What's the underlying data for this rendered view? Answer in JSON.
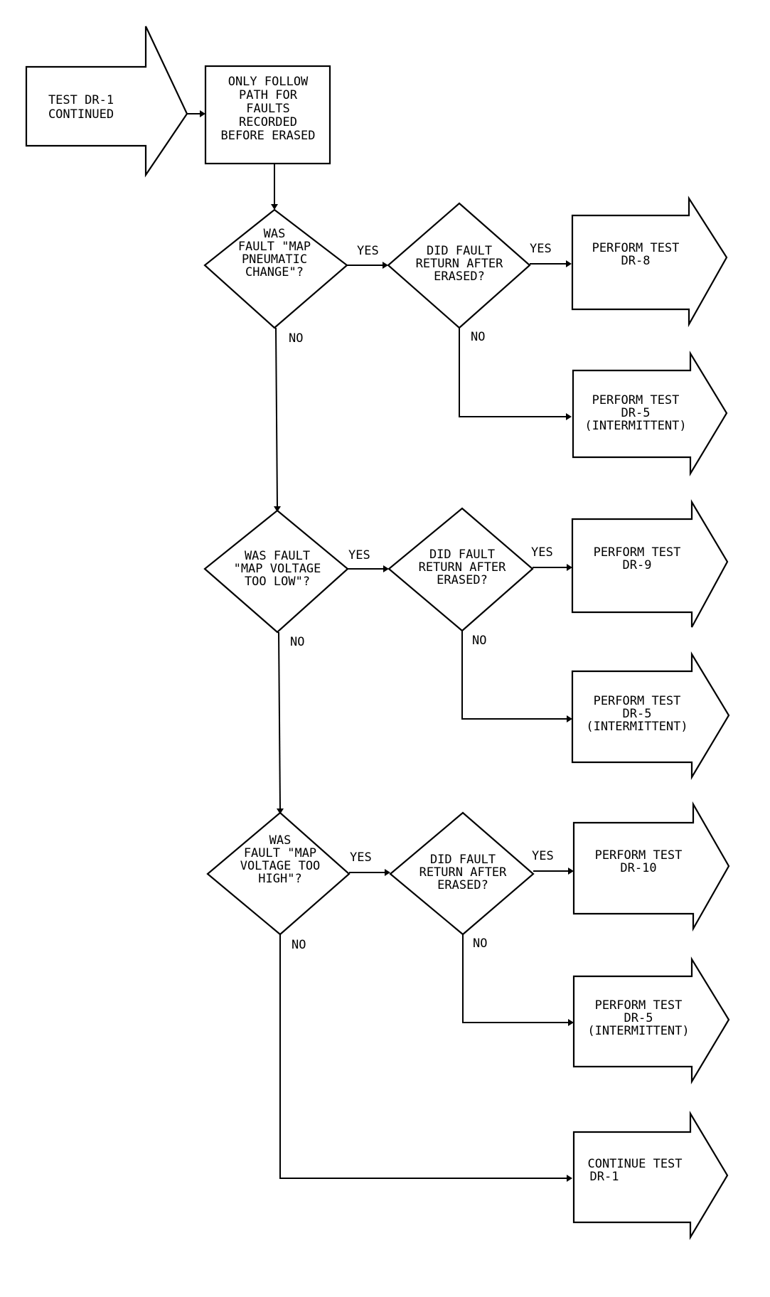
{
  "start": {
    "lines": [
      "TEST DR-1",
      "CONTINUED"
    ]
  },
  "note": {
    "lines": [
      "ONLY FOLLOW",
      "PATH FOR",
      "FAULTS",
      "RECORDED",
      "BEFORE ERASED"
    ]
  },
  "labels": {
    "yes": "YES",
    "no": "NO"
  },
  "rows": [
    {
      "question": [
        "WAS",
        "FAULT \"MAP",
        "PNEUMATIC",
        "CHANGE\"?"
      ],
      "return_question": [
        "DID FAULT",
        "RETURN AFTER",
        "ERASED?"
      ],
      "yes_action": [
        "PERFORM TEST",
        "DR-8"
      ],
      "no_action": [
        "PERFORM TEST",
        "DR-5",
        "(INTERMITTENT)"
      ]
    },
    {
      "question": [
        "WAS FAULT",
        "\"MAP VOLTAGE",
        "TOO LOW\"?"
      ],
      "return_question": [
        "DID FAULT",
        "RETURN AFTER",
        "ERASED?"
      ],
      "yes_action": [
        "PERFORM TEST",
        "DR-9"
      ],
      "no_action": [
        "PERFORM TEST",
        "DR-5",
        "(INTERMITTENT)"
      ]
    },
    {
      "question": [
        "WAS",
        "FAULT \"MAP",
        "VOLTAGE TOO",
        "HIGH\"?"
      ],
      "return_question": [
        "DID FAULT",
        "RETURN AFTER",
        "ERASED?"
      ],
      "yes_action": [
        "PERFORM TEST",
        "DR-10"
      ],
      "no_action": [
        "PERFORM TEST",
        "DR-5",
        "(INTERMITTENT)"
      ]
    }
  ],
  "final": {
    "lines": [
      "CONTINUE TEST",
      "DR-1"
    ]
  }
}
